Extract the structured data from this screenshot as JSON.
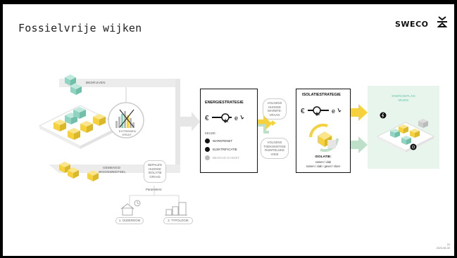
{
  "slide": {
    "title": "Fossielvrije wijken",
    "brand": "SWECO",
    "page_number": "24",
    "date": "2023-06-30"
  },
  "left_diagram": {
    "top_label": "BEDRIJVEN",
    "bottom_label_1": "GEMENGD",
    "bottom_label_2": "WOONWEEFSEL",
    "circle_label_1": "EXTREMEN",
    "circle_label_2": "ERUIT",
    "determine_lines": [
      "BEPALEN",
      "HUIDIGE",
      "ISOLATIE",
      "GRAAD"
    ],
    "parameters_label": "Parameters:",
    "param_1": "1. OUDERDOM",
    "param_2": "2. TYPOLOGIE"
  },
  "energy_strategy": {
    "title": "ENERGIESTRATEGIE",
    "choice_label": "KEUZE:",
    "options": [
      "WARMTENET",
      "ELEKTRIFICATIE",
      "BEHOUD GASNET"
    ]
  },
  "middle_pills": {
    "top": [
      "VOLGENS",
      "HUIDIGE",
      "WARMTE-",
      "VRAAG"
    ],
    "bottom": [
      "VOLGENS",
      "TOEKOMSTIGE",
      "RUIMTELIJKE",
      "VISIE"
    ]
  },
  "isolation_strategy": {
    "title": "ISOLATIESTRATEGIE",
    "iso_label": "ISOLATIE:",
    "iso_line_1": "ramen / dak",
    "iso_line_2": "ramen / dak / gevel / vloer"
  },
  "energy_plan": {
    "title_1": "ENERGIEPLAN",
    "title_2": "MUIDE"
  },
  "colors": {
    "teal": "#8fd3c0",
    "yellow": "#f4d13d",
    "green_bg": "#e8f5ec",
    "gray": "#e6e6e6"
  }
}
